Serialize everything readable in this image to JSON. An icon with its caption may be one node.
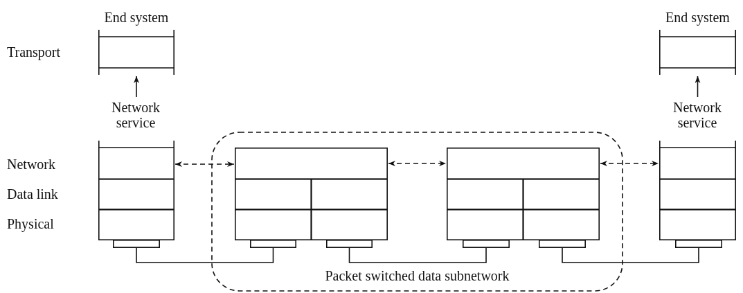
{
  "diagram": {
    "nodes": [
      {
        "text": [
          "End system"
        ]
      },
      {
        "text": [
          "End system"
        ]
      },
      {
        "text": [
          "Network service"
        ]
      },
      {
        "text": [
          "Network service"
        ]
      },
      {
        "text": [
          "Packet switched data subnetwork"
        ]
      },
      {
        "text": [],
        "shape": "box"
      },
      {
        "text": [],
        "shape": "box"
      },
      {
        "text": [],
        "shape": "box"
      },
      {
        "text": [],
        "shape": "box"
      },
      {
        "text": [],
        "shape": "box",
        "in": 4
      },
      {
        "text": [],
        "shape": "box",
        "in": 4
      },
      {
        "text": [],
        "shape": "box",
        "in": 4
      },
      {
        "text": [],
        "shape": "box",
        "in": 4
      },
      {
        "text": [],
        "shape": "box",
        "in": 4
      },
      {
        "text": [],
        "shape": "box",
        "in": 4
      },
      {
        "text": [],
        "shape": "box",
        "in": 4
      },
      {
        "text": [],
        "shape": "box",
        "in": 4
      },
      {
        "text": [],
        "shape": "box",
        "in": 4
      },
      {
        "text": [],
        "shape": "box",
        "in": 4
      },
      {
        "text": [],
        "shape": "box",
        "in": 4
      },
      {
        "text": [],
        "shape": "box",
        "in": 4
      },
      {
        "text": [],
        "shape": "box",
        "in": 4
      },
      {
        "text": [],
        "shape": "box",
        "in": 4
      },
      {
        "text": [],
        "shape": "box"
      },
      {
        "text": [],
        "shape": "box"
      },
      {
        "text": [],
        "shape": "box"
      },
      {
        "text": [],
        "shape": "box"
      }
    ],
    "edges": [
      {
        "from": 2,
        "to": 0,
        "arrow": "to"
      },
      {
        "from": 3,
        "to": 1,
        "arrow": "to"
      },
      {
        "from": 5,
        "to": 9,
        "arrow": "both",
        "style": "dashed"
      },
      {
        "from": 9,
        "to": 16,
        "arrow": "both",
        "style": "dashed"
      },
      {
        "from": 16,
        "to": 23,
        "arrow": "both",
        "style": "dashed"
      },
      {
        "from": 8,
        "to": 14,
        "arrow": "none"
      },
      {
        "from": 15,
        "to": 21,
        "arrow": "none"
      },
      {
        "from": 22,
        "to": 26,
        "arrow": "none"
      }
    ],
    "labels": [
      "Transport",
      "Network",
      "Data link",
      "Physical"
    ]
  }
}
